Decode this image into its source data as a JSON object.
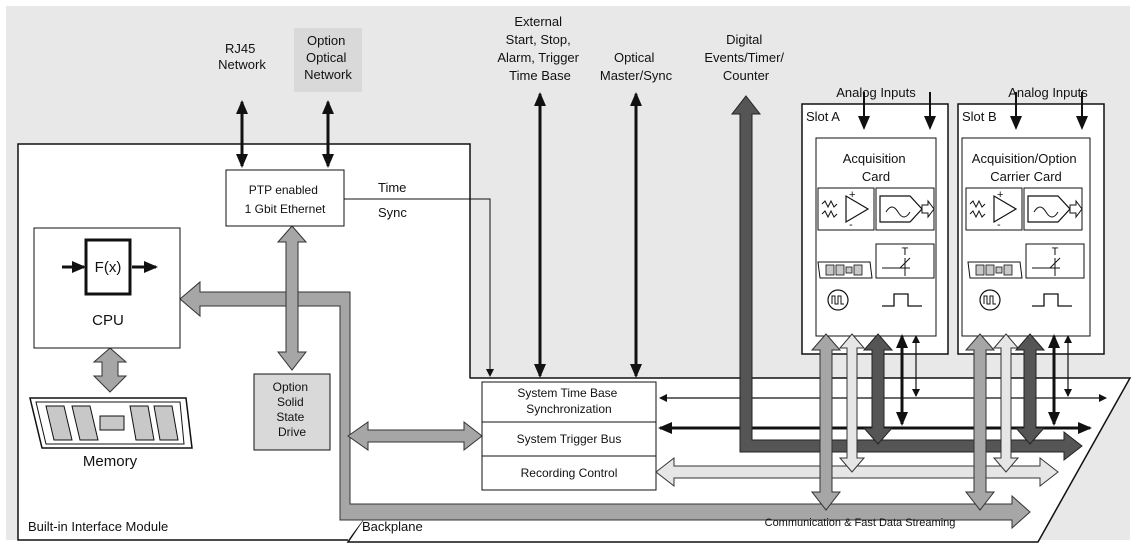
{
  "inputs": {
    "rj45": [
      "RJ45",
      "Network"
    ],
    "optical_network": [
      "Option",
      "Optical",
      "Network"
    ],
    "external": [
      "External",
      "Start, Stop,",
      "Alarm, Trigger",
      "Time Base"
    ],
    "optical_master": [
      "Optical",
      "Master/Sync"
    ],
    "digital": [
      "Digital",
      "Events/Timer/",
      "Counter"
    ],
    "analog_a": "Analog Inputs",
    "analog_b": "Analog Inputs"
  },
  "interface_module": {
    "label": "Built-in Interface Module",
    "ethernet": [
      "PTP enabled",
      "1 Gbit Ethernet"
    ],
    "time_sync": [
      "Time",
      "Sync"
    ],
    "cpu_function": "F(x)",
    "cpu_label": "CPU",
    "ssd": [
      "Option",
      "Solid",
      "State",
      "Drive"
    ],
    "memory": "Memory"
  },
  "backplane": {
    "label": "Backplane",
    "time_base": [
      "System Time Base",
      "Synchronization"
    ],
    "trigger_bus": "System Trigger Bus",
    "recording": "Recording Control",
    "streaming": "Communication & Fast Data Streaming"
  },
  "slots": {
    "a": {
      "label": "Slot A",
      "card": [
        "Acquisition",
        "Card"
      ]
    },
    "b": {
      "label": "Slot B",
      "card": [
        "Acquisition/Option",
        "Carrier Card"
      ]
    }
  },
  "card_symbols": {
    "threshold": "T"
  },
  "colors": {
    "dark_arrow": "#555555",
    "mid_arrow": "#a6a6a6",
    "light_arrow": "#e6e6e6",
    "option_fill": "#d9d9d9",
    "background": "#e8e8e8"
  }
}
